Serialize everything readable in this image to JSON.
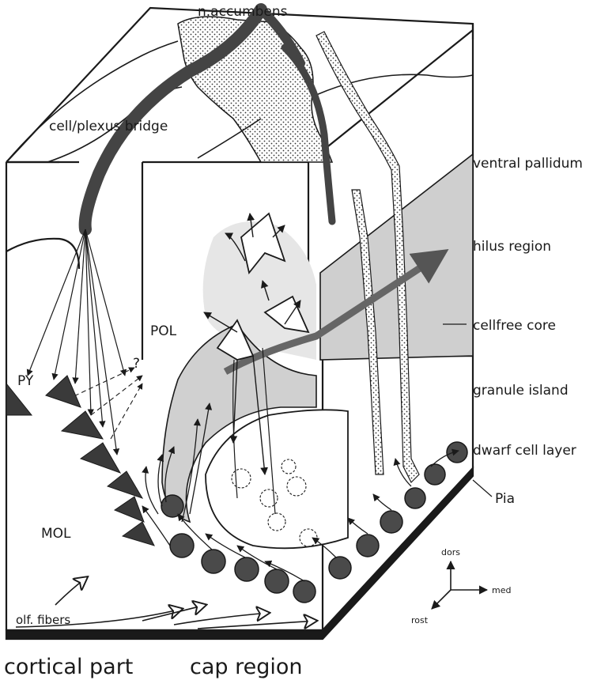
{
  "labels": {
    "n_accumbens": "n.accumbens",
    "cell_plexus_bridge": "cell/plexus bridge",
    "ventral_pallidum": "ventral pallidum",
    "hilus_region": "hilus region",
    "cellfree_core": "cellfree core",
    "granule_island": "granule island",
    "dwarf_cell_layer": "dwarf cell layer",
    "pia": "Pia",
    "pol": "POL",
    "py": "PY",
    "mol": "MOL",
    "question": "?",
    "olf_fibers": "olf. fibers"
  },
  "orientation": {
    "dors": "dors",
    "med": "med",
    "rost": "rost"
  },
  "bottom_labels": {
    "cortical_part": "cortical part",
    "cap_region": "cap region"
  },
  "colors": {
    "ink": "#1a1a1a",
    "hilus_shade": "#cfcfcf",
    "granule_cell": "#4a4a4a",
    "paper": "#ffffff"
  }
}
